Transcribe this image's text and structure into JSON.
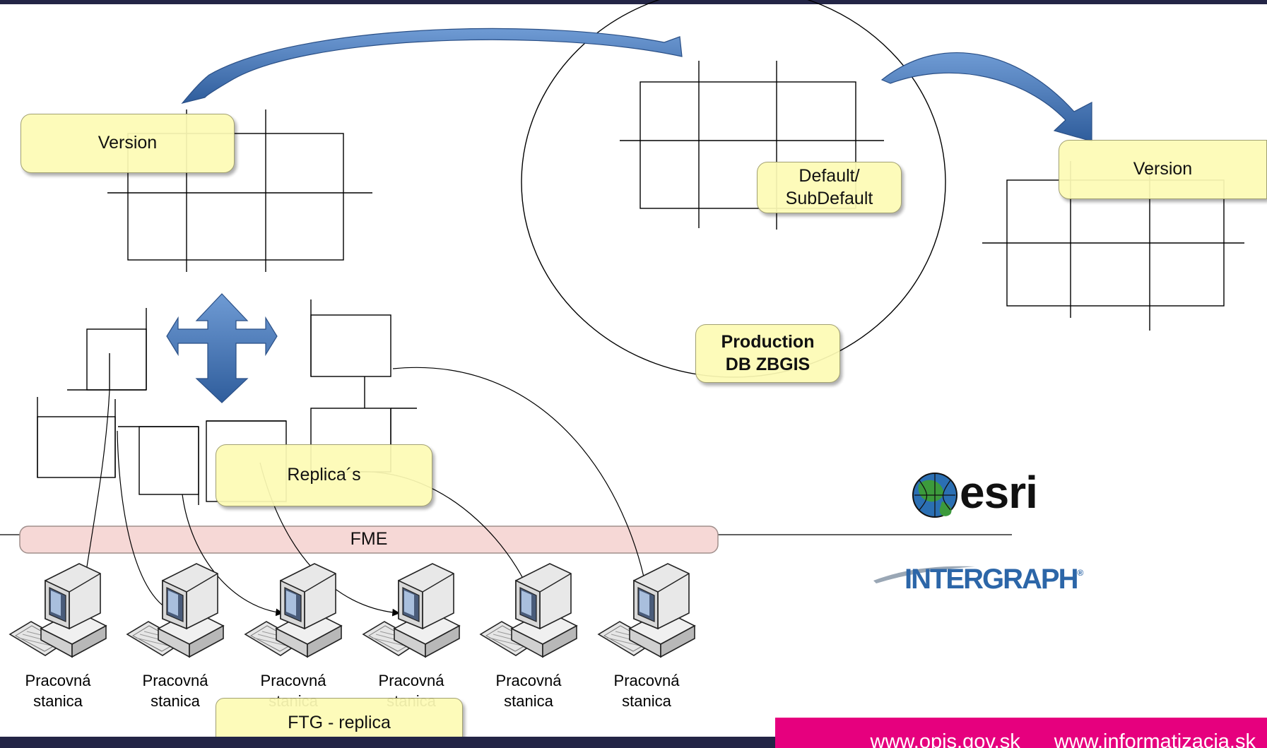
{
  "diagram": {
    "production_db": {
      "label": "Production\nDB ZBGIS"
    },
    "default_box": {
      "label": "Default/\nSubDefault"
    },
    "version_left": {
      "label": "Version"
    },
    "version_right": {
      "label": "Version"
    },
    "replicas": {
      "label": "Replica´s"
    },
    "fme": {
      "label": "FME"
    },
    "ftg_replica": {
      "label": "FTG - replica"
    },
    "workstations": [
      {
        "label": "Pracovná\nstanica"
      },
      {
        "label": "Pracovná\nstanica"
      },
      {
        "label": "Pracovná\nstanica"
      },
      {
        "label": "Pracovná\nstanica"
      },
      {
        "label": "Pracovná\nstanica"
      },
      {
        "label": "Pracovná\nstanica"
      }
    ]
  },
  "logos": {
    "esri": "esri",
    "intergraph": "INTERGRAPH",
    "intergraph_mark": "®"
  },
  "footer": {
    "link1": "www.opis.gov.sk",
    "link2": "www.informatizacia.sk"
  },
  "colors": {
    "frame_bar": "#232546",
    "footer_magenta": "#e6007e",
    "note_yellow": "#fdfbb5",
    "fme_pink": "#f6d8d6",
    "arrow_blue": "#3f6fae",
    "intergraph_blue": "#2c66a8"
  }
}
